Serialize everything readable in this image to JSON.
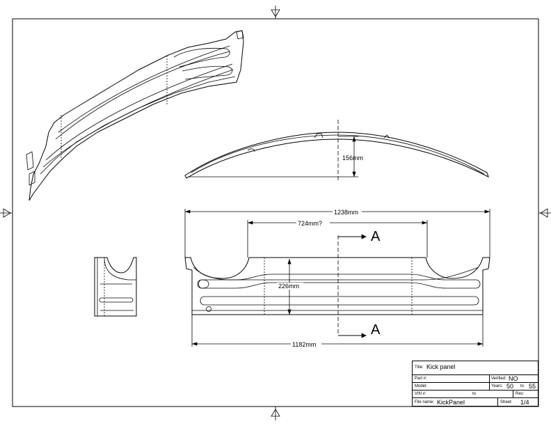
{
  "dimensions": {
    "height_arc": "156mm",
    "overall_width": "1238mm",
    "partial_width": "724mm?",
    "height_front": "226mm",
    "bottom_width": "1182mm"
  },
  "section_markers": {
    "top": "A",
    "bottom": "A"
  },
  "title_block": {
    "title_label": "Title:",
    "title_value": "Kick panel",
    "part_label": "Part #:",
    "verified_label": "Verified:",
    "verified_value": "NO",
    "model_label": "Model:",
    "years_label": "Years:",
    "years_from": "50",
    "years_to_label": "to",
    "years_to": "55",
    "vin_label": "VIN #:",
    "vin_to_label": "to",
    "rev_label": "Rev:",
    "file_label": "File name:",
    "file_value": "KickPanel",
    "sheet_label": "Sheet:",
    "sheet_value": "1/4"
  }
}
